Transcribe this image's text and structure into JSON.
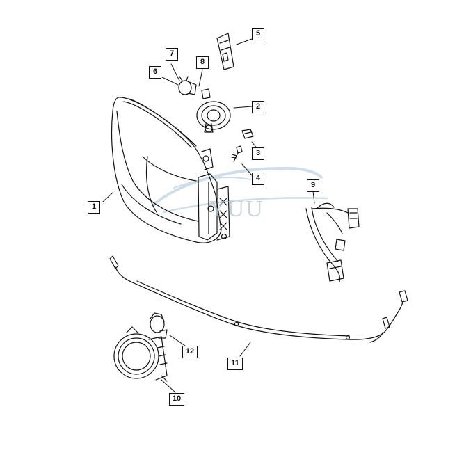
{
  "diagram": {
    "watermark_text": "YUU",
    "line_color": "#111111",
    "watermark_colors": {
      "swoosh": "#a9c3d8",
      "text": "#b8c3cf"
    },
    "callouts": [
      {
        "id": "c1",
        "label": "1",
        "part": "headlamp-assembly"
      },
      {
        "id": "c2",
        "label": "2",
        "part": "bulb-socket-cover"
      },
      {
        "id": "c3",
        "label": "3",
        "part": "clip-nut"
      },
      {
        "id": "c4",
        "label": "4",
        "part": "screw"
      },
      {
        "id": "c5",
        "label": "5",
        "part": "bulb"
      },
      {
        "id": "c6",
        "label": "6",
        "part": "socket"
      },
      {
        "id": "c7",
        "label": "7",
        "part": "bulb-small"
      },
      {
        "id": "c8",
        "label": "8",
        "part": "retainer"
      },
      {
        "id": "c9",
        "label": "9",
        "part": "headlamp-wiring-harness"
      },
      {
        "id": "c10",
        "label": "10",
        "part": "fog-lamp"
      },
      {
        "id": "c11",
        "label": "11",
        "part": "fog-lamp-wiring"
      },
      {
        "id": "c12",
        "label": "12",
        "part": "fog-lamp-bulb"
      }
    ]
  }
}
